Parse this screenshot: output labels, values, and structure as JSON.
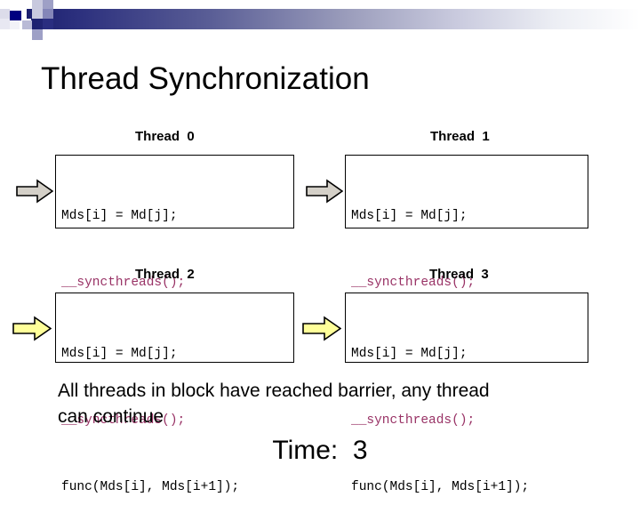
{
  "slide": {
    "title": "Thread Synchronization",
    "footer_text_line1": "All threads in block have reached barrier, any thread",
    "footer_text_line2": "can continue",
    "time_label": "Time:  3"
  },
  "colors": {
    "header_dark": "#1b1f6e",
    "sync_keyword": "#993366",
    "arrow_gray_fill": "#d4d0c8",
    "arrow_yellow_fill": "#ffff99",
    "arrow_outline": "#000000",
    "code_border": "#000000"
  },
  "threads": [
    {
      "label": "Thread  0",
      "arrow_color": "gray",
      "code": {
        "line1": "Mds[i] = Md[j];",
        "line2": "__syncthreads();",
        "line3": "func(Mds[i], Mds[i+1]);"
      }
    },
    {
      "label": "Thread  1",
      "arrow_color": "gray",
      "code": {
        "line1": "Mds[i] = Md[j];",
        "line2": "__syncthreads();",
        "line3": "func(Mds[i], Mds[i+1]);"
      }
    },
    {
      "label": "Thread  2",
      "arrow_color": "yellow",
      "code": {
        "line1": "Mds[i] = Md[j];",
        "line2": "__syncthreads();",
        "line3": "func(Mds[i], Mds[i+1]);"
      }
    },
    {
      "label": "Thread  3",
      "arrow_color": "yellow",
      "code": {
        "line1": "Mds[i] = Md[j];",
        "line2": "__syncthreads();",
        "line3": "func(Mds[i], Mds[i+1]);"
      }
    }
  ]
}
